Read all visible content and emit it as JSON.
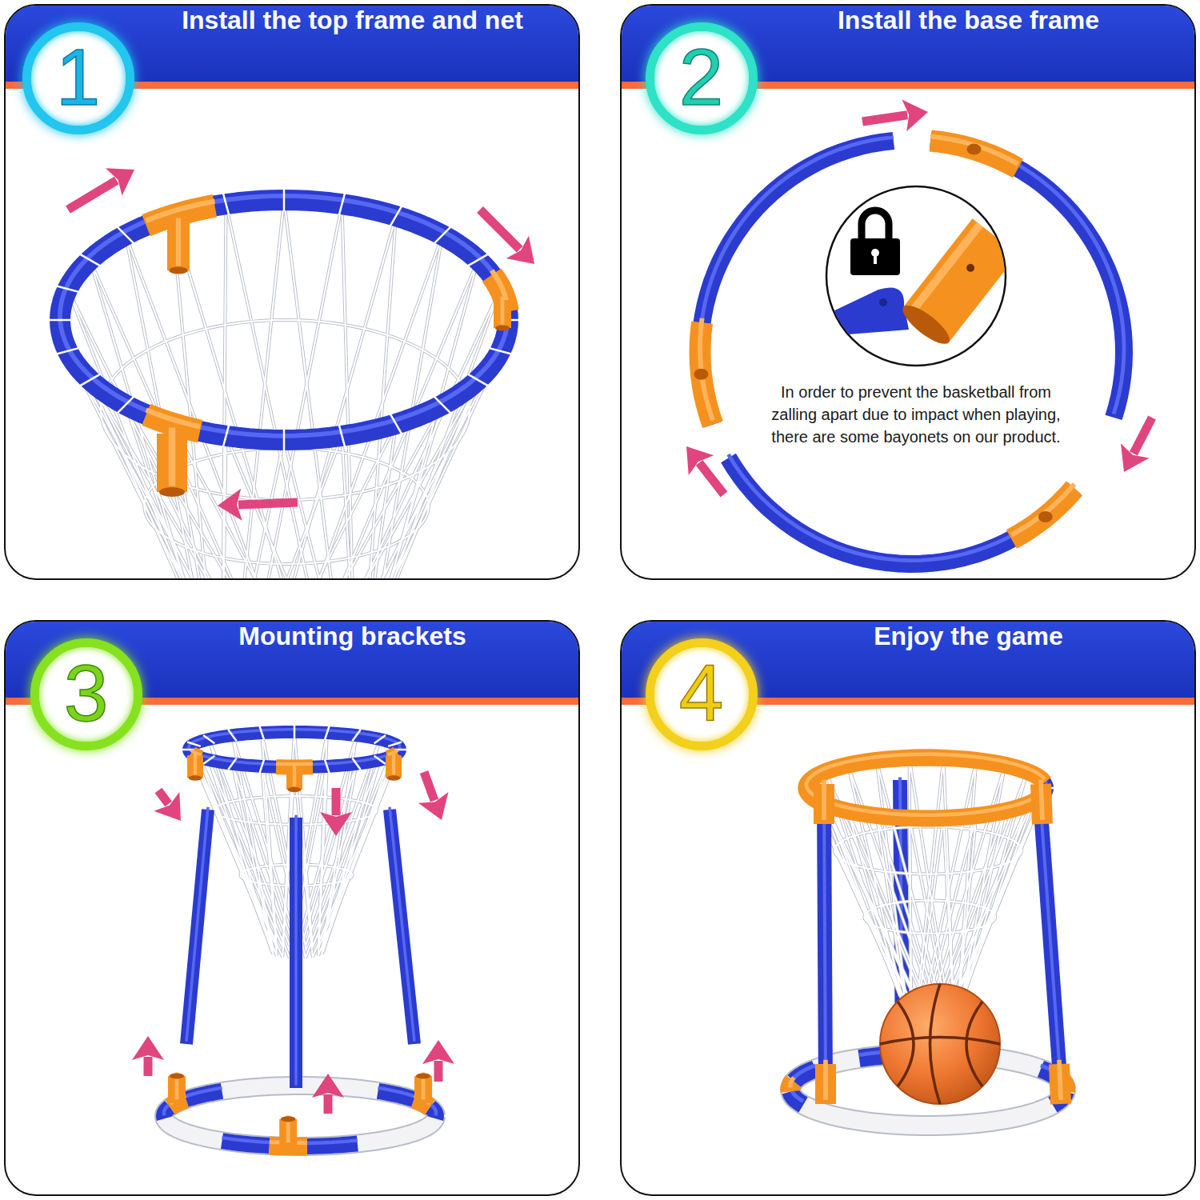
{
  "diagram": {
    "nodes": [
      {
        "text": [
          "Install the top frame and net"
        ]
      },
      {
        "text": [
          "1"
        ],
        "in": 0
      },
      {
        "text": [
          "Install the base frame"
        ]
      },
      {
        "text": [
          "2"
        ],
        "in": 2
      },
      {
        "text": [
          "Mounting brackets"
        ]
      },
      {
        "text": [
          "3"
        ],
        "in": 4
      },
      {
        "text": [
          "Enjoy the game"
        ]
      },
      {
        "text": [
          "4"
        ],
        "in": 6
      }
    ],
    "labels": [
      "In order to prevent the basketball from zalling apart due to impact when playing, there are some bayonets on our product."
    ]
  }
}
